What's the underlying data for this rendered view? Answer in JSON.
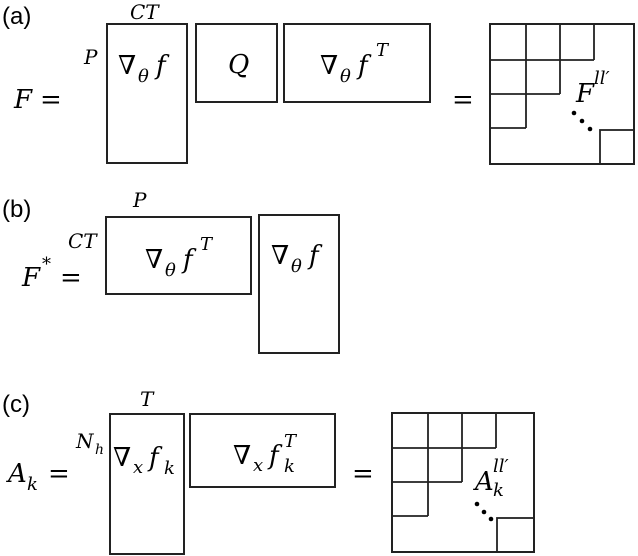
{
  "panels": [
    {
      "tag": "(a)",
      "lhs": "F",
      "equals": "=",
      "col_label": "CT",
      "row_label": "P",
      "block1": {
        "op": "∇",
        "sub": "θ",
        "f": "f",
        "sup": ""
      },
      "block2": {
        "text": "Q"
      },
      "block3": {
        "op": "∇",
        "sub": "θ",
        "f": "f",
        "sup": "T"
      },
      "equals2": "=",
      "result": {
        "base": "F",
        "sup": "ll′"
      }
    },
    {
      "tag": "(b)",
      "lhs": "F",
      "lhs_sup": "*",
      "equals": "=",
      "col_label": "P",
      "row_label": "CT",
      "block1": {
        "op": "∇",
        "sub": "θ",
        "f": "f",
        "sup": "T"
      },
      "block2": {
        "op": "∇",
        "sub": "θ",
        "f": "f",
        "sup": ""
      }
    },
    {
      "tag": "(c)",
      "lhs": "A",
      "lhs_sub": "k",
      "equals": "=",
      "col_label": "T",
      "row_label": "N",
      "row_label_sub": "h",
      "block1": {
        "op": "∇",
        "sub": "x",
        "f": "f",
        "fsub": "k",
        "sup": ""
      },
      "block2": {
        "op": "∇",
        "sub": "x",
        "f": "f",
        "fsub": "k",
        "sup": "T"
      },
      "equals2": "=",
      "result": {
        "base": "A",
        "sub": "k",
        "sup": "ll′"
      }
    }
  ]
}
